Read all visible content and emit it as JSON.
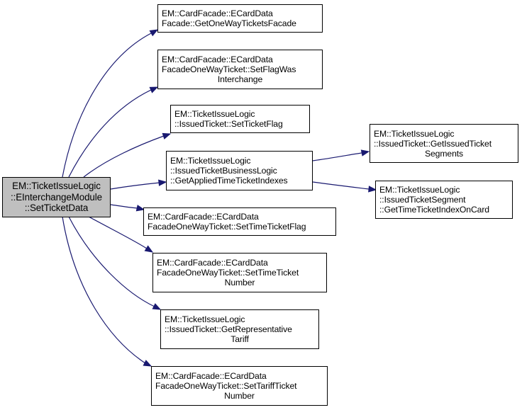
{
  "diagram": {
    "type": "call-graph",
    "edge_color": "#191970",
    "root": {
      "id": "root",
      "lines": [
        "EM::TicketIssueLogic",
        "::EInterchangeModule",
        "::SetTicketData"
      ],
      "fill": "#bfbfbf"
    },
    "nodes": [
      {
        "id": "n1",
        "lines": [
          "EM::CardFacade::ECardData",
          "Facade::GetOneWayTicketsFacade"
        ]
      },
      {
        "id": "n2",
        "lines": [
          "EM::CardFacade::ECardData",
          "FacadeOneWayTicket::SetFlagWas",
          "Interchange"
        ]
      },
      {
        "id": "n3",
        "lines": [
          "EM::TicketIssueLogic",
          "::IssuedTicket::SetTicketFlag"
        ]
      },
      {
        "id": "n4",
        "lines": [
          "EM::TicketIssueLogic",
          "::IssuedTicketBusinessLogic",
          "::GetAppliedTimeTicketIndexes"
        ]
      },
      {
        "id": "n5",
        "lines": [
          "EM::TicketIssueLogic",
          "::IssuedTicket::GetIssuedTicket",
          "Segments"
        ]
      },
      {
        "id": "n6",
        "lines": [
          "EM::TicketIssueLogic",
          "::IssuedTicketSegment",
          "::GetTimeTicketIndexOnCard"
        ]
      },
      {
        "id": "n7",
        "lines": [
          "EM::CardFacade::ECardData",
          "FacadeOneWayTicket::SetTimeTicketFlag"
        ]
      },
      {
        "id": "n8",
        "lines": [
          "EM::CardFacade::ECardData",
          "FacadeOneWayTicket::SetTimeTicket",
          "Number"
        ]
      },
      {
        "id": "n9",
        "lines": [
          "EM::TicketIssueLogic",
          "::IssuedTicket::GetRepresentative",
          "Tariff"
        ]
      },
      {
        "id": "n10",
        "lines": [
          "EM::CardFacade::ECardData",
          "FacadeOneWayTicket::SetTariffTicket",
          "Number"
        ]
      }
    ],
    "edges": [
      {
        "from": "root",
        "to": "n1"
      },
      {
        "from": "root",
        "to": "n2"
      },
      {
        "from": "root",
        "to": "n3"
      },
      {
        "from": "root",
        "to": "n4"
      },
      {
        "from": "root",
        "to": "n7"
      },
      {
        "from": "root",
        "to": "n8"
      },
      {
        "from": "root",
        "to": "n9"
      },
      {
        "from": "root",
        "to": "n10"
      },
      {
        "from": "n4",
        "to": "n5"
      },
      {
        "from": "n4",
        "to": "n6"
      }
    ]
  }
}
